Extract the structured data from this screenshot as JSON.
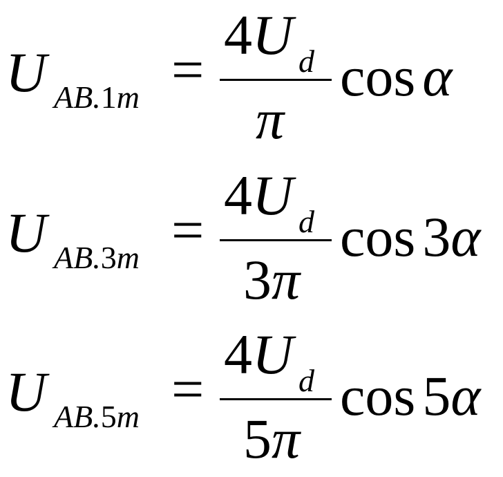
{
  "equations": [
    {
      "lhs": "U",
      "lhs_sub_prefix": "AB.",
      "lhs_sub_num": "1",
      "lhs_sub_suffix": "m",
      "equals": "=",
      "numerator_coef": "4",
      "numerator_var": "U",
      "numerator_sub": "d",
      "denominator_coef": "",
      "denominator_var": "π",
      "func_name": "cos",
      "func_coef": "",
      "func_var": "α"
    },
    {
      "lhs": "U",
      "lhs_sub_prefix": "AB.",
      "lhs_sub_num": "3",
      "lhs_sub_suffix": "m",
      "equals": "=",
      "numerator_coef": "4",
      "numerator_var": "U",
      "numerator_sub": "d",
      "denominator_coef": "3",
      "denominator_var": "π",
      "func_name": "cos",
      "func_coef": "3",
      "func_var": "α"
    },
    {
      "lhs": "U",
      "lhs_sub_prefix": "AB.",
      "lhs_sub_num": "5",
      "lhs_sub_suffix": "m",
      "equals": "=",
      "numerator_coef": "4",
      "numerator_var": "U",
      "numerator_sub": "d",
      "denominator_coef": "5",
      "denominator_var": "π",
      "func_name": "cos",
      "func_coef": "5",
      "func_var": "α"
    }
  ]
}
